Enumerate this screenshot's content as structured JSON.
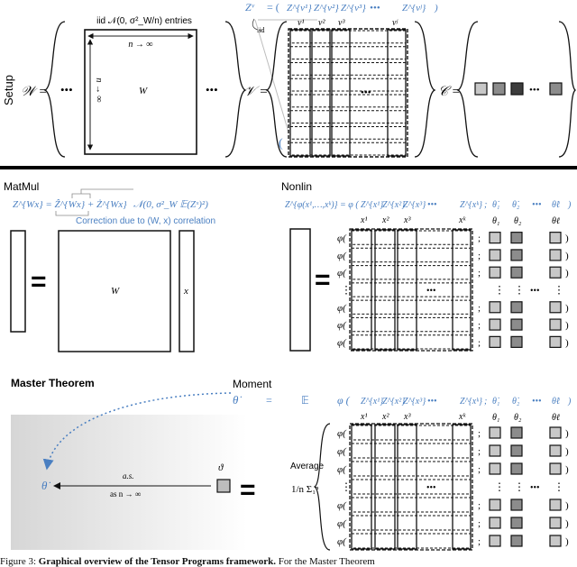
{
  "setup": {
    "section_label": "Setup",
    "entries_label": "iid 𝒩(0, σ²_W/n) entries",
    "n_inf_label": "n → ∞",
    "n_inf_vertical": "n → ∞",
    "w_matrix_label": "W",
    "w_set_label": "𝒲 =",
    "v_set_label": "𝒱 =",
    "c_set_label": "𝒞 =",
    "dots": "•••",
    "z_v_label": "Zᵛ",
    "equals_paren": "= (",
    "z_v_entries": [
      "Z^{v¹}",
      "Z^{v²}",
      "Z^{v³}",
      "•••",
      "Z^{vʲ}",
      ")"
    ],
    "iid_label": "iid",
    "paren_open": "(",
    "v_col_labels": [
      "v¹",
      "v²",
      "v³",
      "vʲ"
    ]
  },
  "matmul": {
    "section_label": "MatMul",
    "formula_lhs": "Z^{Wx} = Ẑ^{Wx} + Ż^{Wx}",
    "gaussian": "𝒩(0, σ²_W 𝔼(Zˣ)²)",
    "correction": "Correction due to (W, x) correlation",
    "w_label": "W",
    "x_label": "x",
    "equals": "="
  },
  "nonlin": {
    "section_label": "Nonlin",
    "formula_lhs": "Z^{φ(x¹,…,xᵏ)} = φ (",
    "z_entries": [
      "Z^{x¹}",
      "Z^{x²}",
      "Z^{x³}",
      "•••",
      "Z^{xᵏ}",
      ";",
      "θ̇₁",
      "θ̇₂",
      "•••",
      "θ̇ℓ",
      ")"
    ],
    "col_labels": [
      "x¹",
      "x²",
      "x³",
      "xᵏ"
    ],
    "theta_labels": [
      "θ₁",
      "θ₂",
      "θℓ"
    ],
    "phi": "φ(",
    "semicolon": ";",
    "close": ")",
    "vdots": "⋮",
    "hdots": "•••"
  },
  "master": {
    "title": "Master Theorem",
    "moment": "Moment",
    "theta_dot": "θ̇",
    "eq": "=",
    "expect": "𝔼",
    "formula_rhs": [
      "φ (",
      "Z^{x¹}",
      "Z^{x²}",
      "Z^{x³}",
      "•••",
      "Z^{xᵏ}",
      ";",
      "θ̇₁",
      "θ̇₂",
      "•••",
      "θ̇ℓ",
      ")"
    ],
    "as_label": "a.s.",
    "as_n_inf": "as n → ∞",
    "theta": "ϑ",
    "average": "Average",
    "sum": "1/n Σ₁ⁿ",
    "col_labels": [
      "x¹",
      "x²",
      "x³",
      "xᵏ"
    ],
    "theta_labels": [
      "θ₁",
      "θ₂",
      "θℓ"
    ]
  },
  "caption": {
    "prefix": "Figure 3: ",
    "bold": "Graphical overview of the Tensor Programs framework.",
    "rest": " For the Master Theorem"
  },
  "colors": {
    "accent_blue": "#4a7fc1",
    "gray_light": "#c8c8c8",
    "gray_mid": "#8c8c8c",
    "gray_dark": "#3c3c3c",
    "separator": "#000000"
  }
}
